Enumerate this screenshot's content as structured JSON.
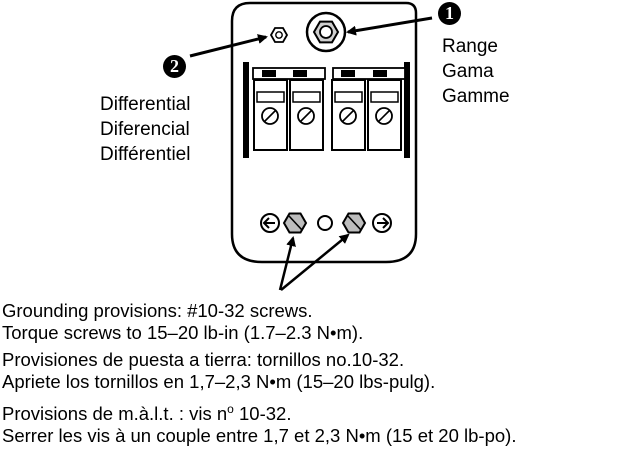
{
  "callouts": [
    {
      "number": "1",
      "labels": [
        "Range",
        "Gama",
        "Gamme"
      ]
    },
    {
      "number": "2",
      "labels": [
        "Differential",
        "Diferencial",
        "Différentiel"
      ]
    }
  ],
  "notes": [
    {
      "lines": [
        "Grounding provisions: #10-32 screws.",
        "Torque screws to 15–20 lb-in (1.7–2.3 N•m)."
      ]
    },
    {
      "lines": [
        "Provisiones de puesta a tierra: tornillos no.10-32.",
        "Apriete los tornillos en 1,7–2,3 N•m (15–20 lbs-pulg)."
      ]
    },
    {
      "lines": [
        "Provisions de m.à.l.t. : vis n",
        "Serrer les vis à un couple entre 1,7 et 2,3 N•m (15 et 20 lb-po)."
      ]
    }
  ],
  "superscript_o": "o",
  "note3_tail": " 10-32.",
  "colors": {
    "ink": "#000000",
    "background": "#ffffff",
    "screw_fill": "#bdbdbd"
  }
}
